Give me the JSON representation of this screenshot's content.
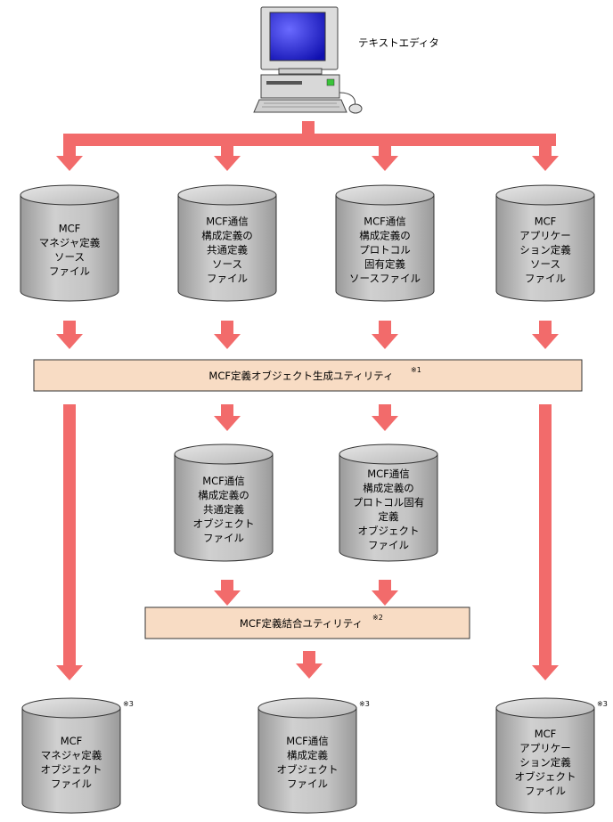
{
  "computer": {
    "label": "テキストエディタ"
  },
  "sources": [
    {
      "lines": [
        "MCF",
        "マネジャ定義",
        "ソース",
        "ファイル"
      ]
    },
    {
      "lines": [
        "MCF通信",
        "構成定義の",
        "共通定義",
        "ソース",
        "ファイル"
      ]
    },
    {
      "lines": [
        "MCF通信",
        "構成定義の",
        "プロトコル",
        "固有定義",
        "ソースファイル"
      ]
    },
    {
      "lines": [
        "MCF",
        "アプリケー",
        "ション定義",
        "ソース",
        "ファイル"
      ]
    }
  ],
  "gen_utility": {
    "label": "MCF定義オブジェクト生成ユティリティ",
    "note": "※1"
  },
  "intermediates": [
    {
      "lines": [
        "MCF通信",
        "構成定義の",
        "共通定義",
        "オブジェクト",
        "ファイル"
      ]
    },
    {
      "lines": [
        "MCF通信",
        "構成定義の",
        "プロトコル固有",
        "定義",
        "オブジェクト",
        "ファイル"
      ]
    }
  ],
  "merge_utility": {
    "label": "MCF定義結合ユティリティ",
    "note": "※2"
  },
  "outputs": [
    {
      "lines": [
        "MCF",
        "マネジャ定義",
        "オブジェクト",
        "ファイル"
      ],
      "note": "※3"
    },
    {
      "lines": [
        "MCF通信",
        "構成定義",
        "オブジェクト",
        "ファイル"
      ],
      "note": "※3"
    },
    {
      "lines": [
        "MCF",
        "アプリケー",
        "ション定義",
        "オブジェクト",
        "ファイル"
      ],
      "note": "※3"
    }
  ],
  "colors": {
    "arrow": "#f26b6b",
    "utility_fill": "#f8dcc4",
    "cylinder": "#b4b4b4",
    "screen": "#2a2ad0"
  }
}
